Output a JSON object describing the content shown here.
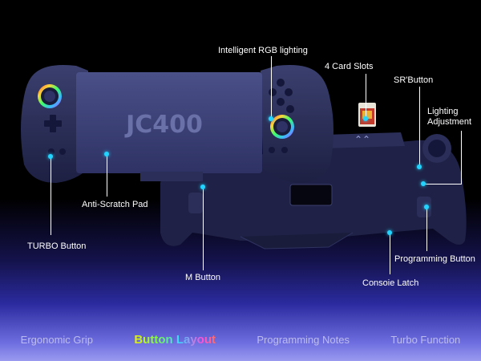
{
  "product": {
    "model_mark": "JC400"
  },
  "callouts": {
    "rgb_lighting": "Intelligent RGB lighting",
    "card_slots": "4 Card Slots",
    "sr_button": "SR'Button",
    "lighting_adjustment": "Lighting Adjustment",
    "anti_scratch_pad": "Anti-Scratch Pad",
    "turbo_button": "TURBO Button",
    "m_button": "M Button",
    "programming_button": "Programming Button",
    "console_latch": "Consoie Latch"
  },
  "tabs": [
    {
      "label": "Ergonomic Grip",
      "active": false
    },
    {
      "label": "Button Layout",
      "active": true
    },
    {
      "label": "Programming Notes",
      "active": false
    },
    {
      "label": "Turbo Function",
      "active": false
    }
  ],
  "colors": {
    "accent_dot": "#22d4ff",
    "controller_body": "#2b2f55",
    "rgb_ring": "rainbow"
  }
}
